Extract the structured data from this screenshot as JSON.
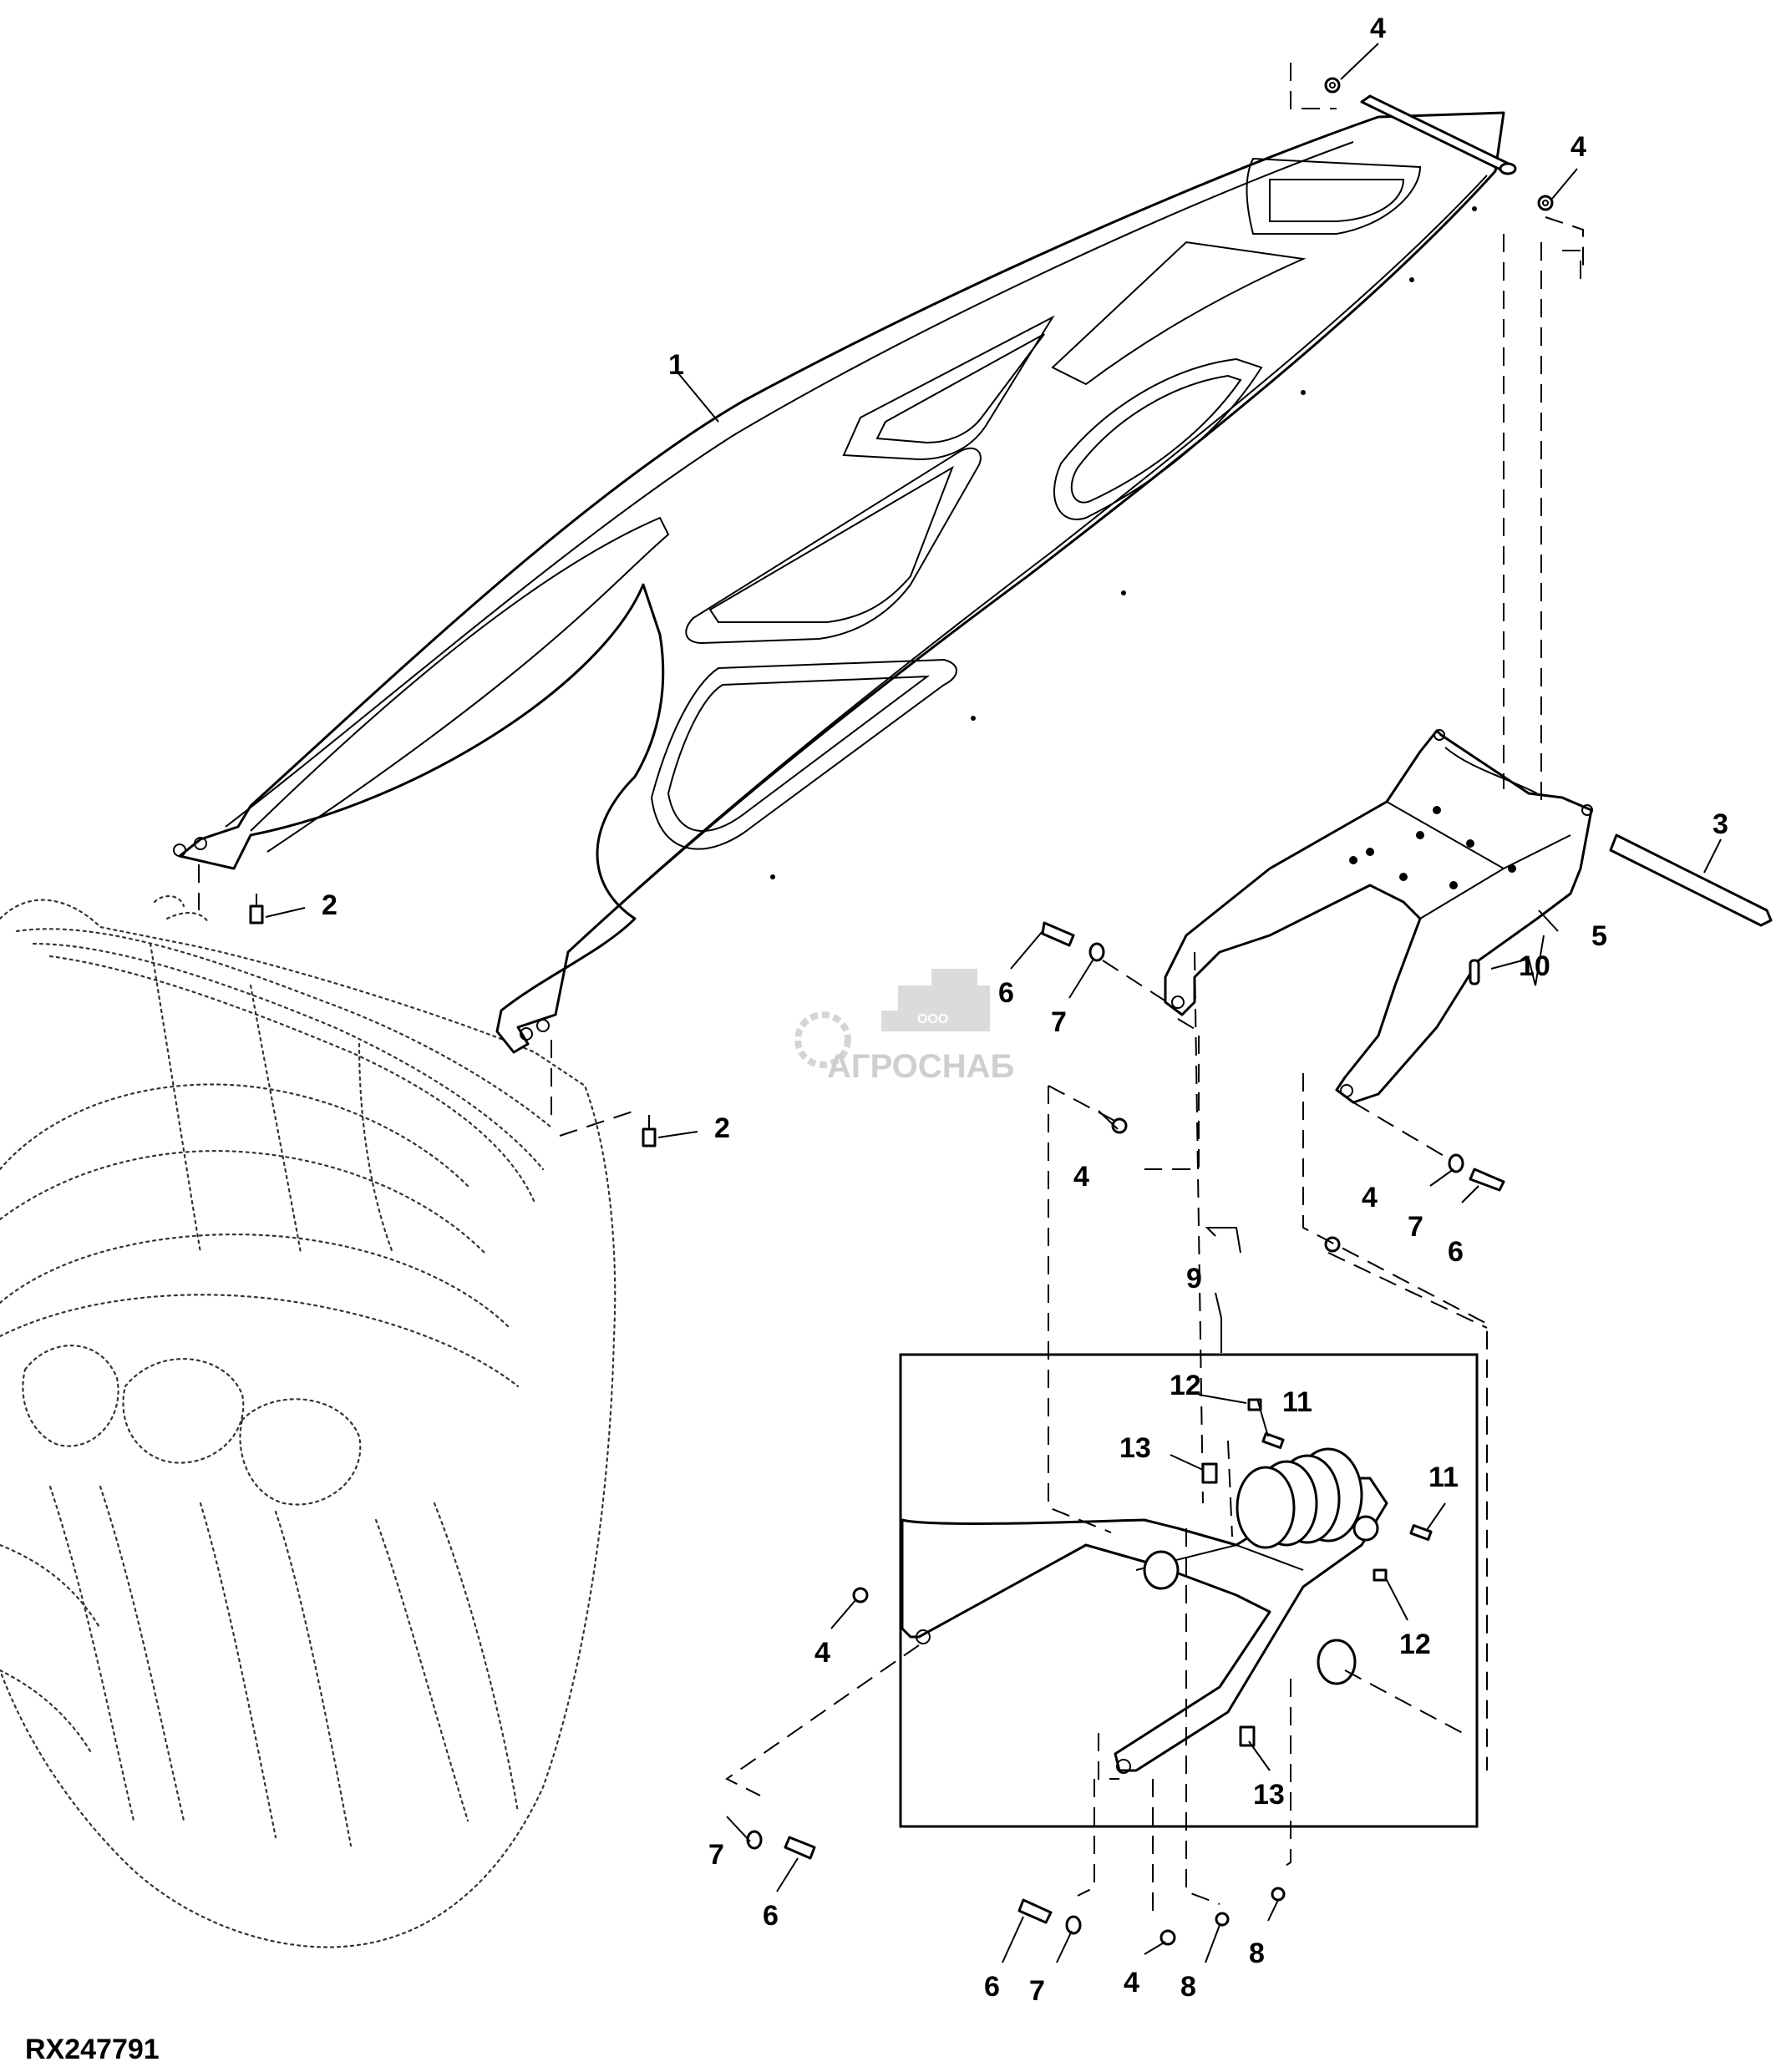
{
  "figure_id": "RX247791",
  "watermark": {
    "company_prefix": "ООО",
    "company_name": "АГРОСНАБ"
  },
  "callouts": [
    "1",
    "2",
    "2",
    "3",
    "4",
    "4",
    "4",
    "4",
    "4",
    "4",
    "5",
    "6",
    "7",
    "6",
    "7",
    "6",
    "7",
    "6",
    "7",
    "8",
    "8",
    "9",
    "10",
    "11",
    "11",
    "12",
    "12",
    "13",
    "13"
  ]
}
